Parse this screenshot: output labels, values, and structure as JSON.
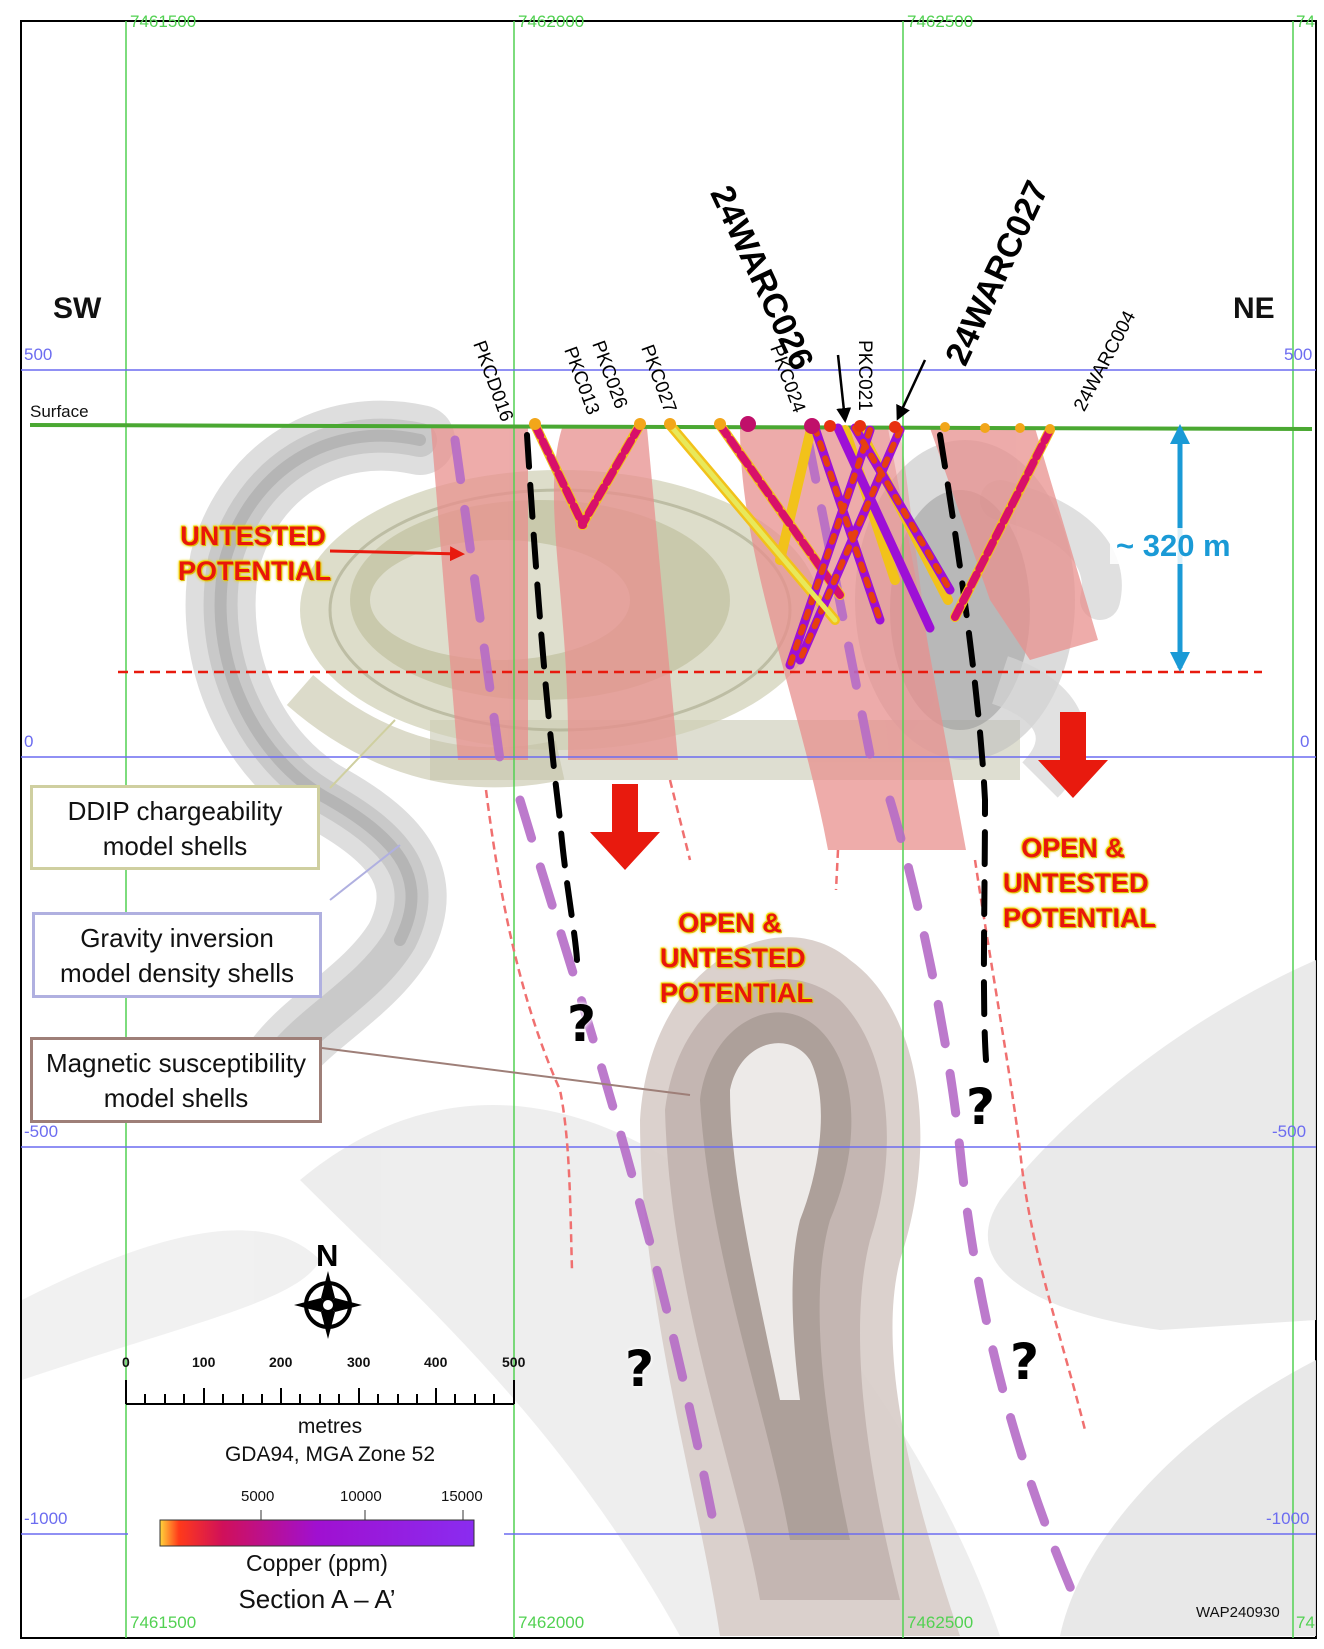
{
  "grid": {
    "eastings": [
      "7461500",
      "7462000",
      "7462500",
      "74"
    ],
    "elevations": {
      "top": "500",
      "zero": "0",
      "minus500": "-500",
      "minus1000": "-1000"
    }
  },
  "orientation": {
    "left": "SW",
    "right": "NE"
  },
  "surface_label": "Surface",
  "drill_holes": {
    "pkcd016": "PKCD016",
    "pkc013": "PKC013",
    "pkc026": "PKC026",
    "pkc027": "PKC027",
    "pkc024": "PKC024",
    "pkc021": "PKC021",
    "warc004": "24WARC004",
    "warc026": "24WARC026",
    "warc027": "24WARC027"
  },
  "depth_callout": "~ 320 m",
  "annotations": {
    "untested_line1": "UNTESTED",
    "untested_line2": "POTENTIAL",
    "open_mid_1": "OPEN &",
    "open_mid_2": "UNTESTED",
    "open_mid_3": "POTENTIAL",
    "open_right_1": "OPEN &",
    "open_right_2": "UNTESTED",
    "open_right_3": "POTENTIAL",
    "question": "?"
  },
  "legend_boxes": {
    "ddip_1": "DDIP chargeability",
    "ddip_2": "model shells",
    "gravity_1": "Gravity inversion",
    "gravity_2": "model density shells",
    "magnetic_1": "Magnetic susceptibility",
    "magnetic_2": "model shells"
  },
  "north": "N",
  "scale_bar": {
    "ticks": [
      "0",
      "100",
      "200",
      "300",
      "400",
      "500"
    ],
    "unit": "metres",
    "datum": "GDA94, MGA Zone 52"
  },
  "color_scale": {
    "ticks": [
      "5000",
      "10000",
      "15000"
    ],
    "title": "Copper (ppm)"
  },
  "section_title": "Section A – A’",
  "figure_code": "WAP240930",
  "colors": {
    "grid_green": "#52d152",
    "grid_blue": "#6c6cf0",
    "surface": "#4aa832",
    "red_callout": "#e81a0e",
    "cyan_callout": "#1a9ad6",
    "fault_purple": "#b56bc6"
  }
}
